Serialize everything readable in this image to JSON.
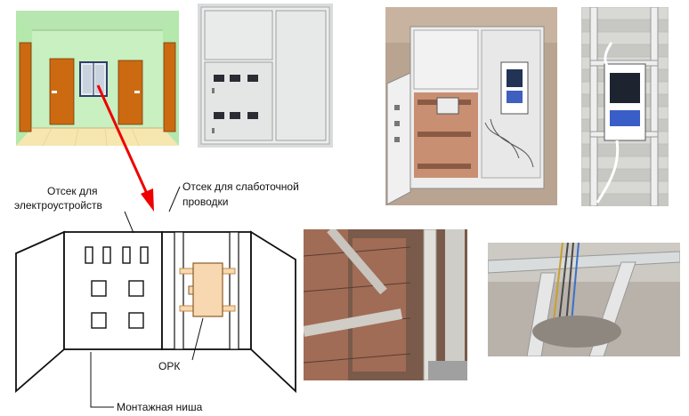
{
  "labels": {
    "electrical_compartment": [
      "Отсек для",
      "электроустройств"
    ],
    "low_current_compartment": [
      "Отсек для слаботочной",
      "проводки"
    ],
    "ork": "ОРК",
    "mounting_niche": "Монтажная ниша"
  },
  "colors": {
    "hall_wall": "#c8f0c0",
    "hall_floor": "#f6e6b0",
    "door": "#cc6a12",
    "pointer_arrow": "#ee0000",
    "ork_box": "#f8d8b0"
  }
}
